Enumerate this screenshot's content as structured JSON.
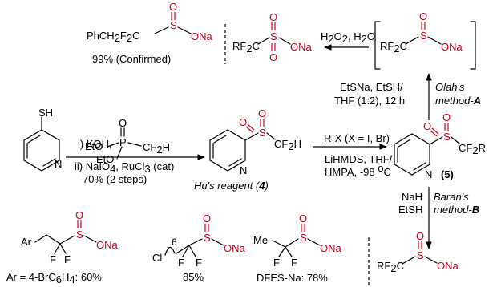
{
  "top_left": {
    "formula_left": "PhCH",
    "formula_sub": "2",
    "formula_mid": "F",
    "formula_sub2": "2",
    "formula_right": "C",
    "atom_s": "S",
    "atom_o": "O",
    "atom_ona": "ONa",
    "yield": "99% (Confirmed)"
  },
  "top_mid": {
    "rf2c": "RF",
    "rf2c_sub": "2",
    "rf2c_c": "C",
    "atom_s": "S",
    "atom_o1": "O",
    "atom_o2": "O",
    "atom_ona": "ONa"
  },
  "oxidation": {
    "reagents": "H",
    "sub1": "2",
    "o": "O",
    "sub2": "2",
    "rest": ", H",
    "sub3": "2",
    "end": "O"
  },
  "bracket_product": {
    "rf2c": "RF",
    "rf2c_sub": "2",
    "rf2c_c": "C",
    "atom_s": "S",
    "atom_o": "O",
    "atom_ona": "ONa"
  },
  "olah": {
    "line1": "EtSNa, EtSH/",
    "line2": "THF (1:2), 12 h",
    "name1": "Olah's",
    "name2": "method-",
    "letter": "A"
  },
  "start_material": {
    "sh": "SH",
    "n": "N"
  },
  "step_reagent": {
    "eto1": "EtO",
    "p": "P",
    "o": "O",
    "cf2h": "CF",
    "cf2h_sub": "2",
    "cf2h_h": "H",
    "eto2": "EtO",
    "step1": "i) KOH,",
    "step2": "ii) NaIO",
    "step2_sub": "4",
    "step2_rest": ", RuCl",
    "step2_sub2": "3",
    "step2_end": " (cat)",
    "yield": "70% (2 steps)"
  },
  "hu_reagent": {
    "s": "S",
    "o1": "O",
    "o2": "O",
    "cf2h": "CF",
    "cf2h_sub": "2",
    "cf2h_h": "H",
    "n": "N",
    "label": "Hu's reagent (",
    "label_num": "4",
    "label_end": ")"
  },
  "alkylation": {
    "rx": "R-X (",
    "x_eq": "X = I, Br",
    "rx_end": ")",
    "line2": "LiHMDS, THF/",
    "line3": "HMPA, -98 ",
    "deg": "o",
    "line3_end": "C"
  },
  "compound5": {
    "s": "S",
    "o1": "O",
    "o2": "O",
    "cf2r": "CF",
    "cf2r_sub": "2",
    "cf2r_r": "R",
    "n": "N",
    "label": "(5)"
  },
  "baran": {
    "line1": "NaH",
    "line2": "EtSH",
    "name1": "Baran's",
    "name2": "method-",
    "letter": "B"
  },
  "bottom_products": [
    {
      "ar": "Ar",
      "s": "S",
      "o": "O",
      "ona": "ONa",
      "f1": "F",
      "f2": "F",
      "label": "Ar = 4-BrC",
      "label_sub": "6",
      "label_mid": "H",
      "label_sub2": "4",
      "label_end": ": 60%"
    },
    {
      "cl": "Cl",
      "n6": "6",
      "s": "S",
      "o": "O",
      "ona": "ONa",
      "f1": "F",
      "f2": "F",
      "yield": "85%"
    },
    {
      "me": "Me",
      "s": "S",
      "o": "O",
      "ona": "ONa",
      "f1": "F",
      "f2": "F",
      "label": "DFES-Na: 78%"
    }
  ],
  "bottom_right": {
    "rf2c": "RF",
    "rf2c_sub": "2",
    "rf2c_c": "C",
    "s": "S",
    "o": "O",
    "ona": "ONa"
  },
  "colors": {
    "sulfur_oxygen": "#d0021b",
    "nitrogen": "#1a3ccf",
    "ink": "#000000"
  }
}
